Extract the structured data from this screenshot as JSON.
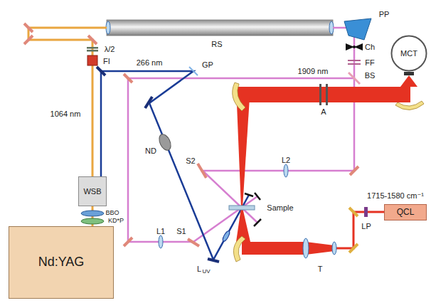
{
  "diagram": {
    "nodes": [
      {
        "text": [
          "MCT"
        ]
      },
      {
        "text": [
          "WSB"
        ]
      },
      {
        "text": [
          "QCL"
        ]
      },
      {
        "text": [
          "Nd:YAG"
        ]
      }
    ],
    "edges": [
      {
        "from": 3,
        "to": 1,
        "arrow": "none"
      }
    ],
    "labels": [
      "RS",
      "PP",
      "Ch",
      "FF",
      "λ/2",
      "FI",
      "BS",
      "1909 nm",
      "266 nm",
      "GP",
      "1064 nm",
      "ND",
      "S2",
      "L2",
      "Sample",
      "S1",
      "A",
      "L1",
      "L",
      "UV",
      "BBO",
      "KD*P",
      "T",
      "LP",
      "1715-1580 cm⁻¹"
    ]
  }
}
